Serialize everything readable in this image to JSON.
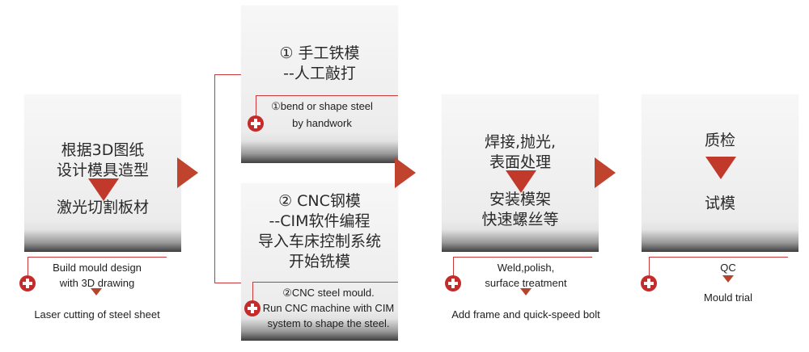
{
  "colors": {
    "accent": "#c0392b",
    "line": "#c9383a",
    "box": "#ececec",
    "text": "#2a2a2a"
  },
  "steps": [
    {
      "zh_lines": [
        "根据3D图纸",
        "设计模具造型",
        "激光切割板材"
      ],
      "en_top": [
        "Build mould design",
        "with 3D drawing"
      ],
      "en_bottom": "Laser cutting of steel sheet",
      "icon": "plus-circle-icon"
    },
    {
      "zh_lines": [
        "① 手工铁模",
        "--人工敲打"
      ],
      "en_lines": [
        "①bend or shape steel",
        "by handwork"
      ],
      "icon": "plus-circle-icon"
    },
    {
      "zh_lines": [
        "② CNC钢模",
        "--CIM软件编程",
        "导入车床控制系统",
        "开始铣模"
      ],
      "en_lines": [
        "②CNC steel mould.",
        "Run CNC machine with CIM",
        "system to shape the steel."
      ],
      "icon": "plus-circle-icon"
    },
    {
      "zh_lines": [
        "焊接,抛光,",
        "表面处理",
        "安装模架",
        "快速螺丝等"
      ],
      "en_top": [
        "Weld,polish,",
        "surface treatment"
      ],
      "en_bottom": "Add frame and quick-speed bolt",
      "icon": "plus-circle-icon"
    },
    {
      "zh_lines": [
        "质检",
        "试模"
      ],
      "en_top": [
        "QC"
      ],
      "en_bottom": "Mould trial",
      "icon": "plus-circle-icon"
    }
  ]
}
